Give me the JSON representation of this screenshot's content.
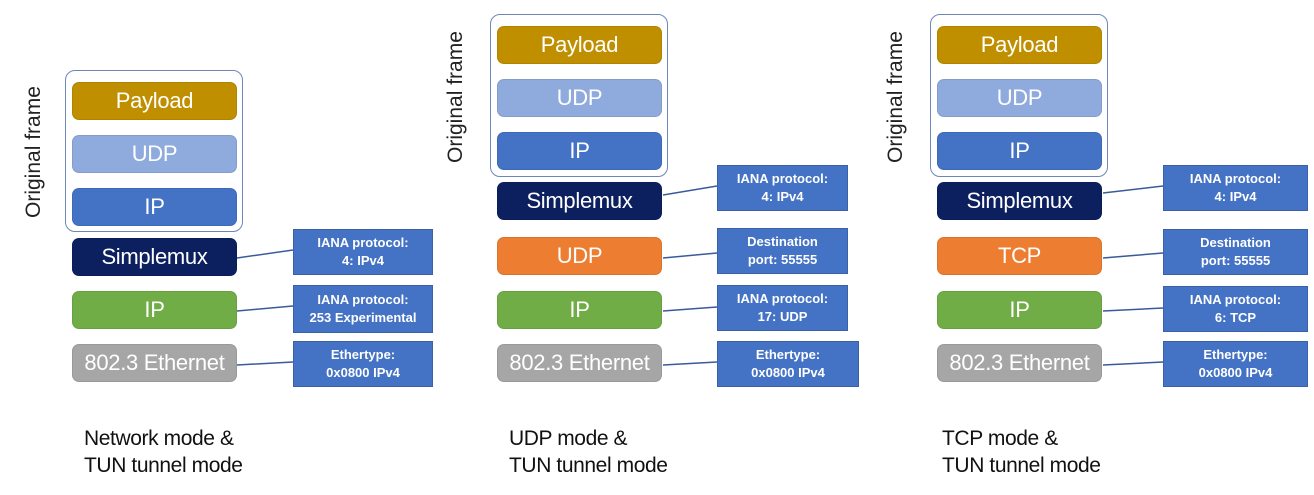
{
  "colors": {
    "payload": "#bf8f00",
    "udp_light": "#8faadc",
    "ip_blue": "#4472c4",
    "simplemux": "#0c2060",
    "ip_green": "#70ad47",
    "udp_orange": "#ed7d31",
    "tcp_orange": "#ed7d31",
    "ethernet": "#a6a6a6",
    "note_bg": "#4472c4"
  },
  "original_frame_label": "Original frame",
  "diagrams": [
    {
      "caption_line1": "Network mode &",
      "caption_line2": "TUN tunnel mode",
      "layers": {
        "payload": "Payload",
        "inner_udp": "UDP",
        "inner_ip": "IP",
        "simplemux": "Simplemux",
        "transport": "",
        "outer_ip": "IP",
        "ethernet": "802.3 Ethernet"
      },
      "notes": {
        "simplemux_l1": "IANA protocol:",
        "simplemux_l2": "4: IPv4",
        "ip_l1": "IANA protocol:",
        "ip_l2": "253 Experimental",
        "eth_l1": "Ethertype:",
        "eth_l2": "0x0800 IPv4"
      }
    },
    {
      "caption_line1": "UDP mode &",
      "caption_line2": "TUN tunnel mode",
      "layers": {
        "payload": "Payload",
        "inner_udp": "UDP",
        "inner_ip": "IP",
        "simplemux": "Simplemux",
        "transport": "UDP",
        "outer_ip": "IP",
        "ethernet": "802.3 Ethernet"
      },
      "notes": {
        "simplemux_l1": "IANA protocol:",
        "simplemux_l2": "4: IPv4",
        "transport_l1": "Destination",
        "transport_l2": "port: 55555",
        "ip_l1": "IANA protocol:",
        "ip_l2": "17: UDP",
        "eth_l1": "Ethertype:",
        "eth_l2": "0x0800 IPv4"
      }
    },
    {
      "caption_line1": "TCP mode &",
      "caption_line2": "TUN tunnel mode",
      "layers": {
        "payload": "Payload",
        "inner_udp": "UDP",
        "inner_ip": "IP",
        "simplemux": "Simplemux",
        "transport": "TCP",
        "outer_ip": "IP",
        "ethernet": "802.3 Ethernet"
      },
      "notes": {
        "simplemux_l1": "IANA protocol:",
        "simplemux_l2": "4: IPv4",
        "transport_l1": "Destination",
        "transport_l2": "port: 55555",
        "ip_l1": "IANA protocol:",
        "ip_l2": "6: TCP",
        "eth_l1": "Ethertype:",
        "eth_l2": "0x0800 IPv4"
      }
    }
  ]
}
